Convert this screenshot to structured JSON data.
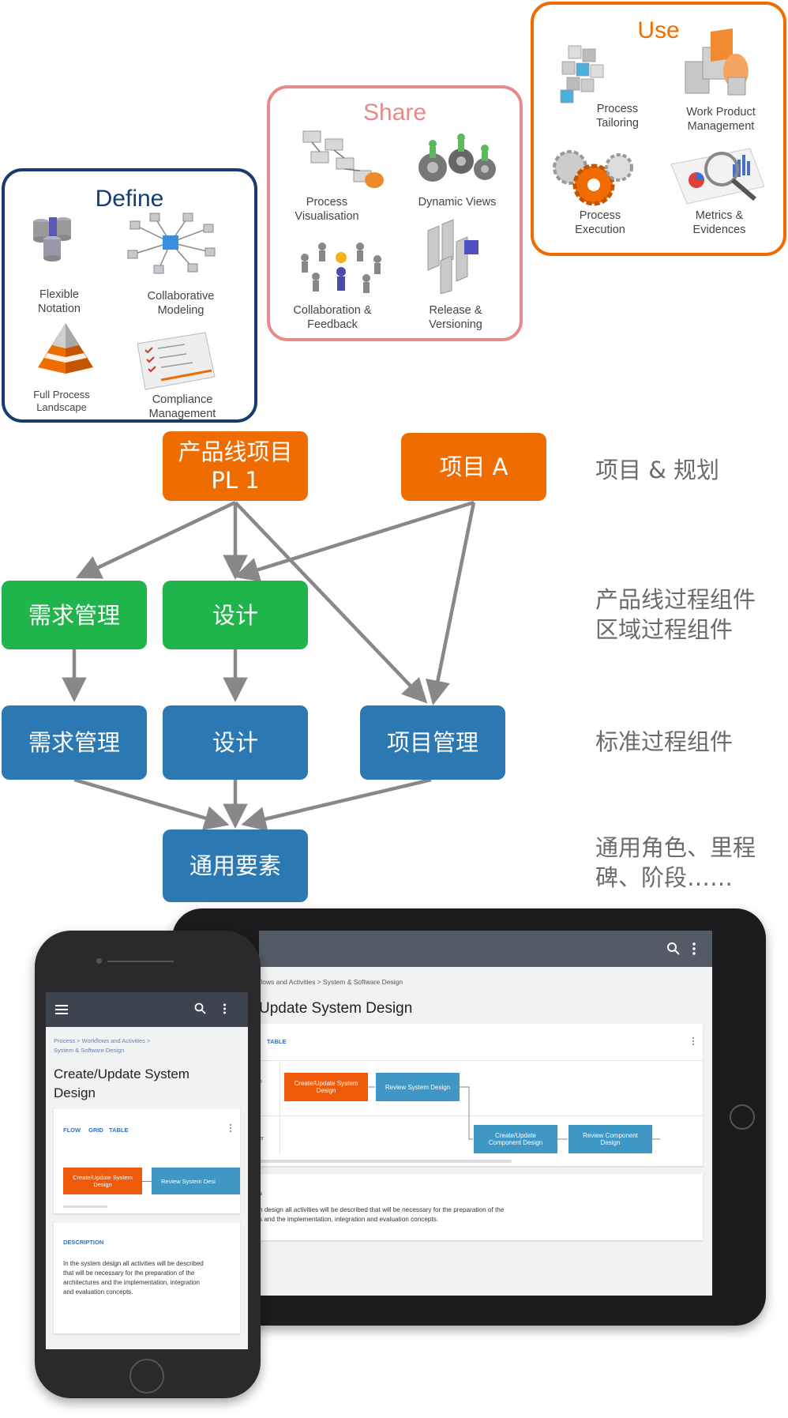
{
  "define": {
    "title": "Define",
    "items": [
      "Flexible\nNotation",
      "Collaborative\nModeling",
      "Full Process\nLandscape",
      "Compliance\nManagement"
    ],
    "color": "#163d6e"
  },
  "share": {
    "title": "Share",
    "items": [
      "Process\nVisualisation",
      "Dynamic Views",
      "Collaboration &\nFeedback",
      "Release &\nVersioning"
    ],
    "color": "#e8898b"
  },
  "use": {
    "title": "Use",
    "items": [
      "Process\nTailoring",
      "Work Product\nManagement",
      "Process\nExecution",
      "Metrics &\nEvidences"
    ],
    "color": "#ef6c00"
  },
  "diagram": {
    "pl_project": "产品线项目\nPL 1",
    "project_a": "项目 A",
    "req_mgmt_pl": "需求管理",
    "design_pl": "设计",
    "req_mgmt_std": "需求管理",
    "design_std": "设计",
    "project_mgmt": "项目管理",
    "common": "通用要素"
  },
  "layers": {
    "project_planning": "项目 & 规划",
    "pl_components": "产品线过程组件\n区域过程组件",
    "standard_components": "标准过程组件",
    "common_roles": "通用角色、里程\n碑、阶段……"
  },
  "tablet": {
    "breadcrumb": "flows and Activities > System & Software Design",
    "title": "Update System Design",
    "tab": "TABLE",
    "row1_label": "n\nt",
    "row2_label": "er",
    "box_create": "Create/Update System\nDesign",
    "box_review": "Review System Design",
    "box_component": "Create/Update\nComponent Design",
    "box_review_component": "Review Component\nDesign",
    "section": "s",
    "description": "n design all activities will be described that will be necessary for the preparation of the\ns and the implementation, integration and evaluation concepts."
  },
  "phone": {
    "breadcrumb": "Process > Workflows and Activities >\nSystem & Software Design",
    "title": "Create/Update System\nDesign",
    "tabs": [
      "FLOW",
      "GRID",
      "TABLE"
    ],
    "box_create": "Create/Update System\nDesign",
    "box_review": "Review System Desi",
    "description_label": "DESCRIPTION",
    "description": "In the system design all activities will be described\nthat will be necessary for the preparation of the\narchitectures and the implementation, integration\nand evaluation concepts."
  }
}
